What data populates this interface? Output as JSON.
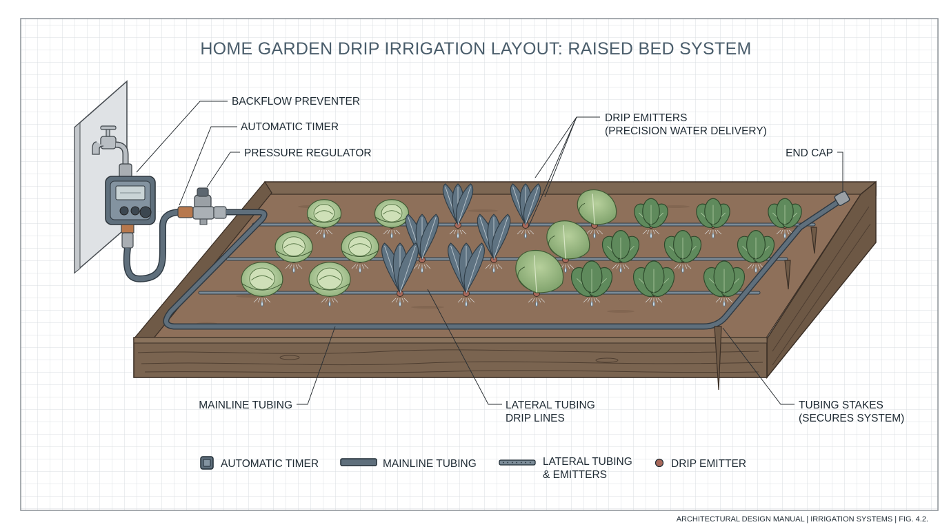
{
  "title": "HOME GARDEN DRIP IRRIGATION LAYOUT: RAISED BED SYSTEM",
  "callouts": {
    "backflow_preventer": "BACKFLOW PREVENTER",
    "automatic_timer": "AUTOMATIC TIMER",
    "pressure_regulator": "PRESSURE REGULATOR",
    "drip_emitters_line1": "DRIP EMITTERS",
    "drip_emitters_line2": "(PRECISION WATER DELIVERY)",
    "end_cap": "END CAP",
    "mainline_tubing": "MAINLINE TUBING",
    "lateral_tubing_line1": "LATERAL TUBING",
    "lateral_tubing_line2": "DRIP LINES",
    "tubing_stakes_line1": "TUBING STAKES",
    "tubing_stakes_line2": "(SECURES SYSTEM)"
  },
  "legend": {
    "timer": "AUTOMATIC TIMER",
    "mainline": "MAINLINE TUBING",
    "lateral_line1": "LATERAL TUBING",
    "lateral_line2": "& EMITTERS",
    "emitter": "DRIP EMITTER"
  },
  "footer": "ARCHITECTURAL DESIGN MANUAL | IRRIGATION SYSTEMS | FIG. 4.2.",
  "colors": {
    "grid": "#d9dde0",
    "border": "#8a9096",
    "wood": "#7a6450",
    "soil": "#8e705a",
    "tubing": "#4f5f6c",
    "emitter": "#a8685a",
    "cabbage": "#9ebc86",
    "kale": "#5f7382",
    "lettuce": "#8fb07a",
    "spinach": "#5f8a5c"
  }
}
